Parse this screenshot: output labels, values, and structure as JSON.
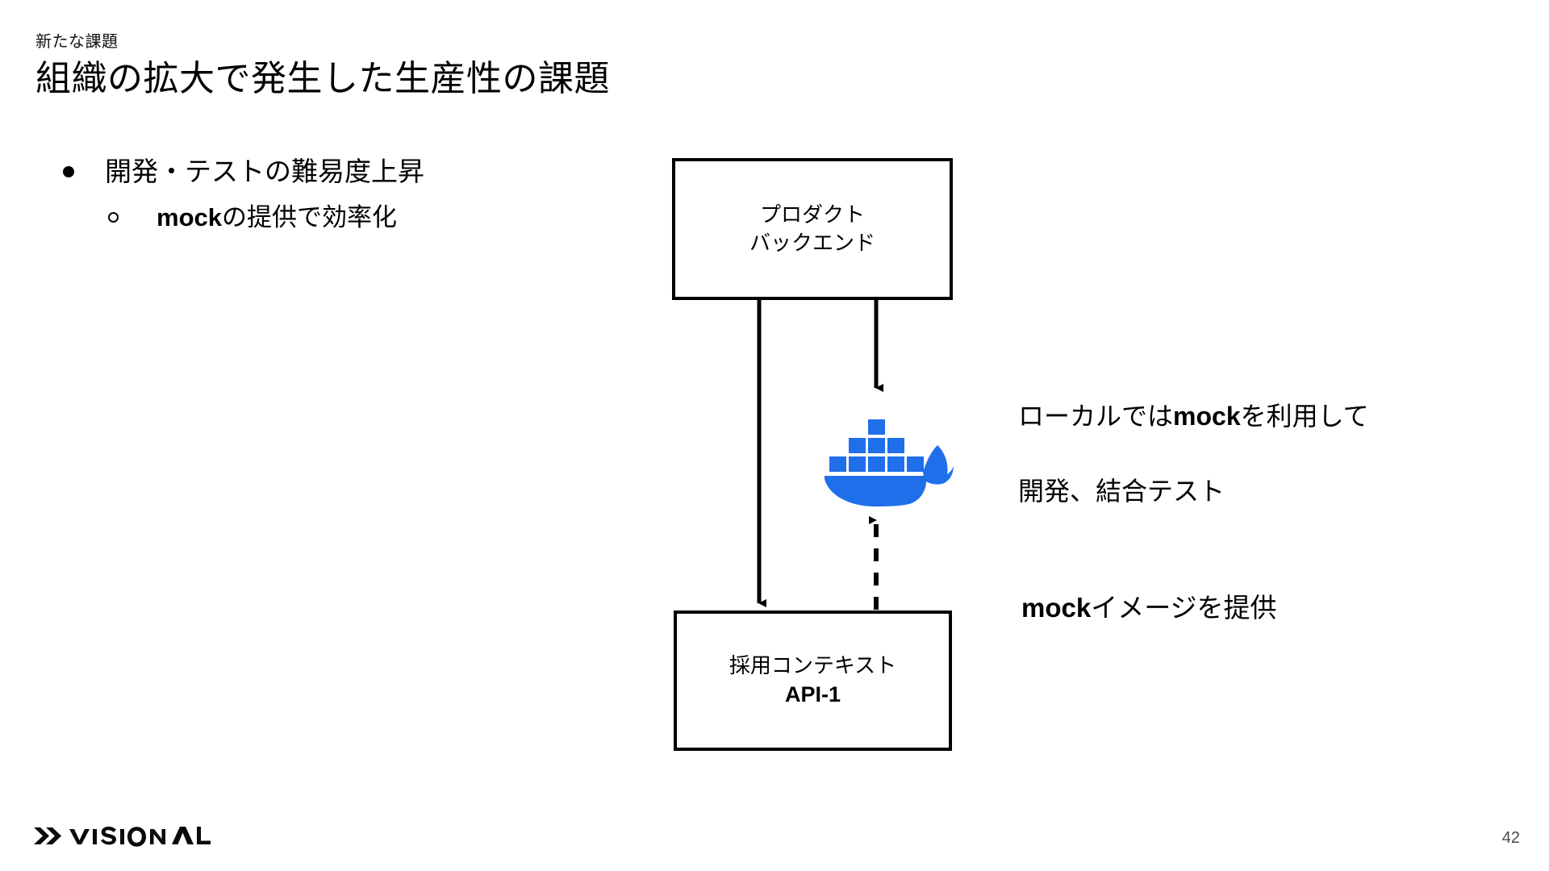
{
  "slide": {
    "eyebrow": "新たな課題",
    "title": "組織の拡大で発生した生産性の課題",
    "page_number": "42",
    "logo_text": "VISIONAL",
    "background_color": "#ffffff",
    "text_color": "#000000"
  },
  "bullets": [
    {
      "level": 1,
      "marker": "filled-disc",
      "text": "開発・テストの難易度上昇"
    },
    {
      "level": 2,
      "marker": "hollow-circle",
      "text_bold": "mock",
      "text_rest": "の提供で効率化"
    }
  ],
  "diagram": {
    "nodes": [
      {
        "id": "product-backend",
        "line1": "プロダクト",
        "line2": "バックエンド",
        "line2_bold": false
      },
      {
        "id": "recruit-context",
        "line1": "採用コンテキスト",
        "line2": "API-1",
        "line2_bold": true
      }
    ],
    "docker_icon": {
      "name": "docker-whale-icon",
      "color": "#1f6feb"
    },
    "annotations": [
      {
        "id": "local-mock",
        "prefix": "ローカルでは",
        "bold": "mock",
        "suffix": "を利用して",
        "line2": "開発、結合テスト"
      },
      {
        "id": "mock-image",
        "bold": "mock",
        "suffix": "イメージを提供"
      }
    ],
    "edges": [
      {
        "id": "backend-to-api-solid",
        "style": "solid",
        "direction": "down"
      },
      {
        "id": "backend-to-docker-solid",
        "style": "solid",
        "direction": "down"
      },
      {
        "id": "api-to-docker-dashed",
        "style": "dashed",
        "direction": "up"
      }
    ]
  }
}
